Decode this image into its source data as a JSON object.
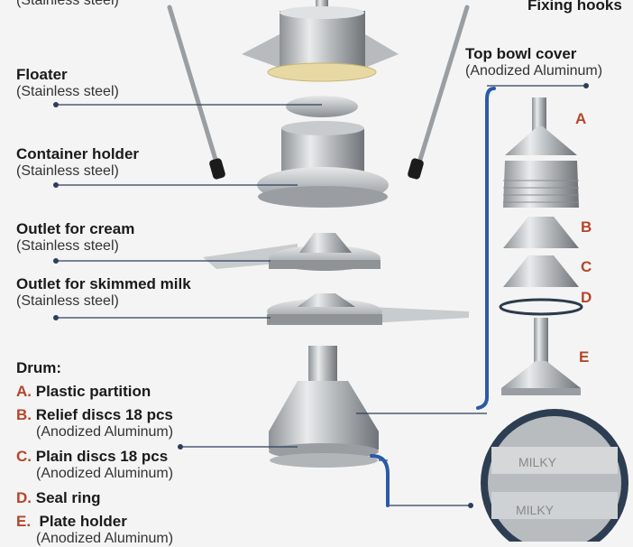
{
  "labels": {
    "top_partial": {
      "sub": "(Stainless steel)"
    },
    "fixing_hooks": {
      "title": "Fixing hooks"
    },
    "top_bowl_cover": {
      "title": "Top bowl cover",
      "sub": "(Anodized Aluminum)"
    },
    "floater": {
      "title": "Floater",
      "sub": "(Stainless steel)"
    },
    "container_holder": {
      "title": "Container holder",
      "sub": "(Stainless steel)"
    },
    "outlet_cream": {
      "title": "Outlet for cream",
      "sub": "(Stainless steel)"
    },
    "outlet_skimmed": {
      "title": "Outlet for skimmed milk",
      "sub": "(Stainless steel)"
    }
  },
  "drum": {
    "title": "Drum:",
    "items": [
      {
        "letter": "A.",
        "name": "Plastic partition",
        "sub": ""
      },
      {
        "letter": "B.",
        "name": "Relief discs 18 pcs",
        "sub": "(Anodized Aluminum)"
      },
      {
        "letter": "C.",
        "name": "Plain discs 18 pcs",
        "sub": "(Anodized Aluminum)"
      },
      {
        "letter": "D.",
        "name": "Seal ring",
        "sub": ""
      },
      {
        "letter": "E.",
        "name": "Plate holder",
        "sub": "(Anodized Aluminum)"
      }
    ]
  },
  "part_letters": [
    "A",
    "B",
    "C",
    "D",
    "E"
  ],
  "detail_text": "MILKY",
  "colors": {
    "accent": "#b5452a",
    "callout_line": "#2a5aa8",
    "leader": "#2b3f5c"
  }
}
